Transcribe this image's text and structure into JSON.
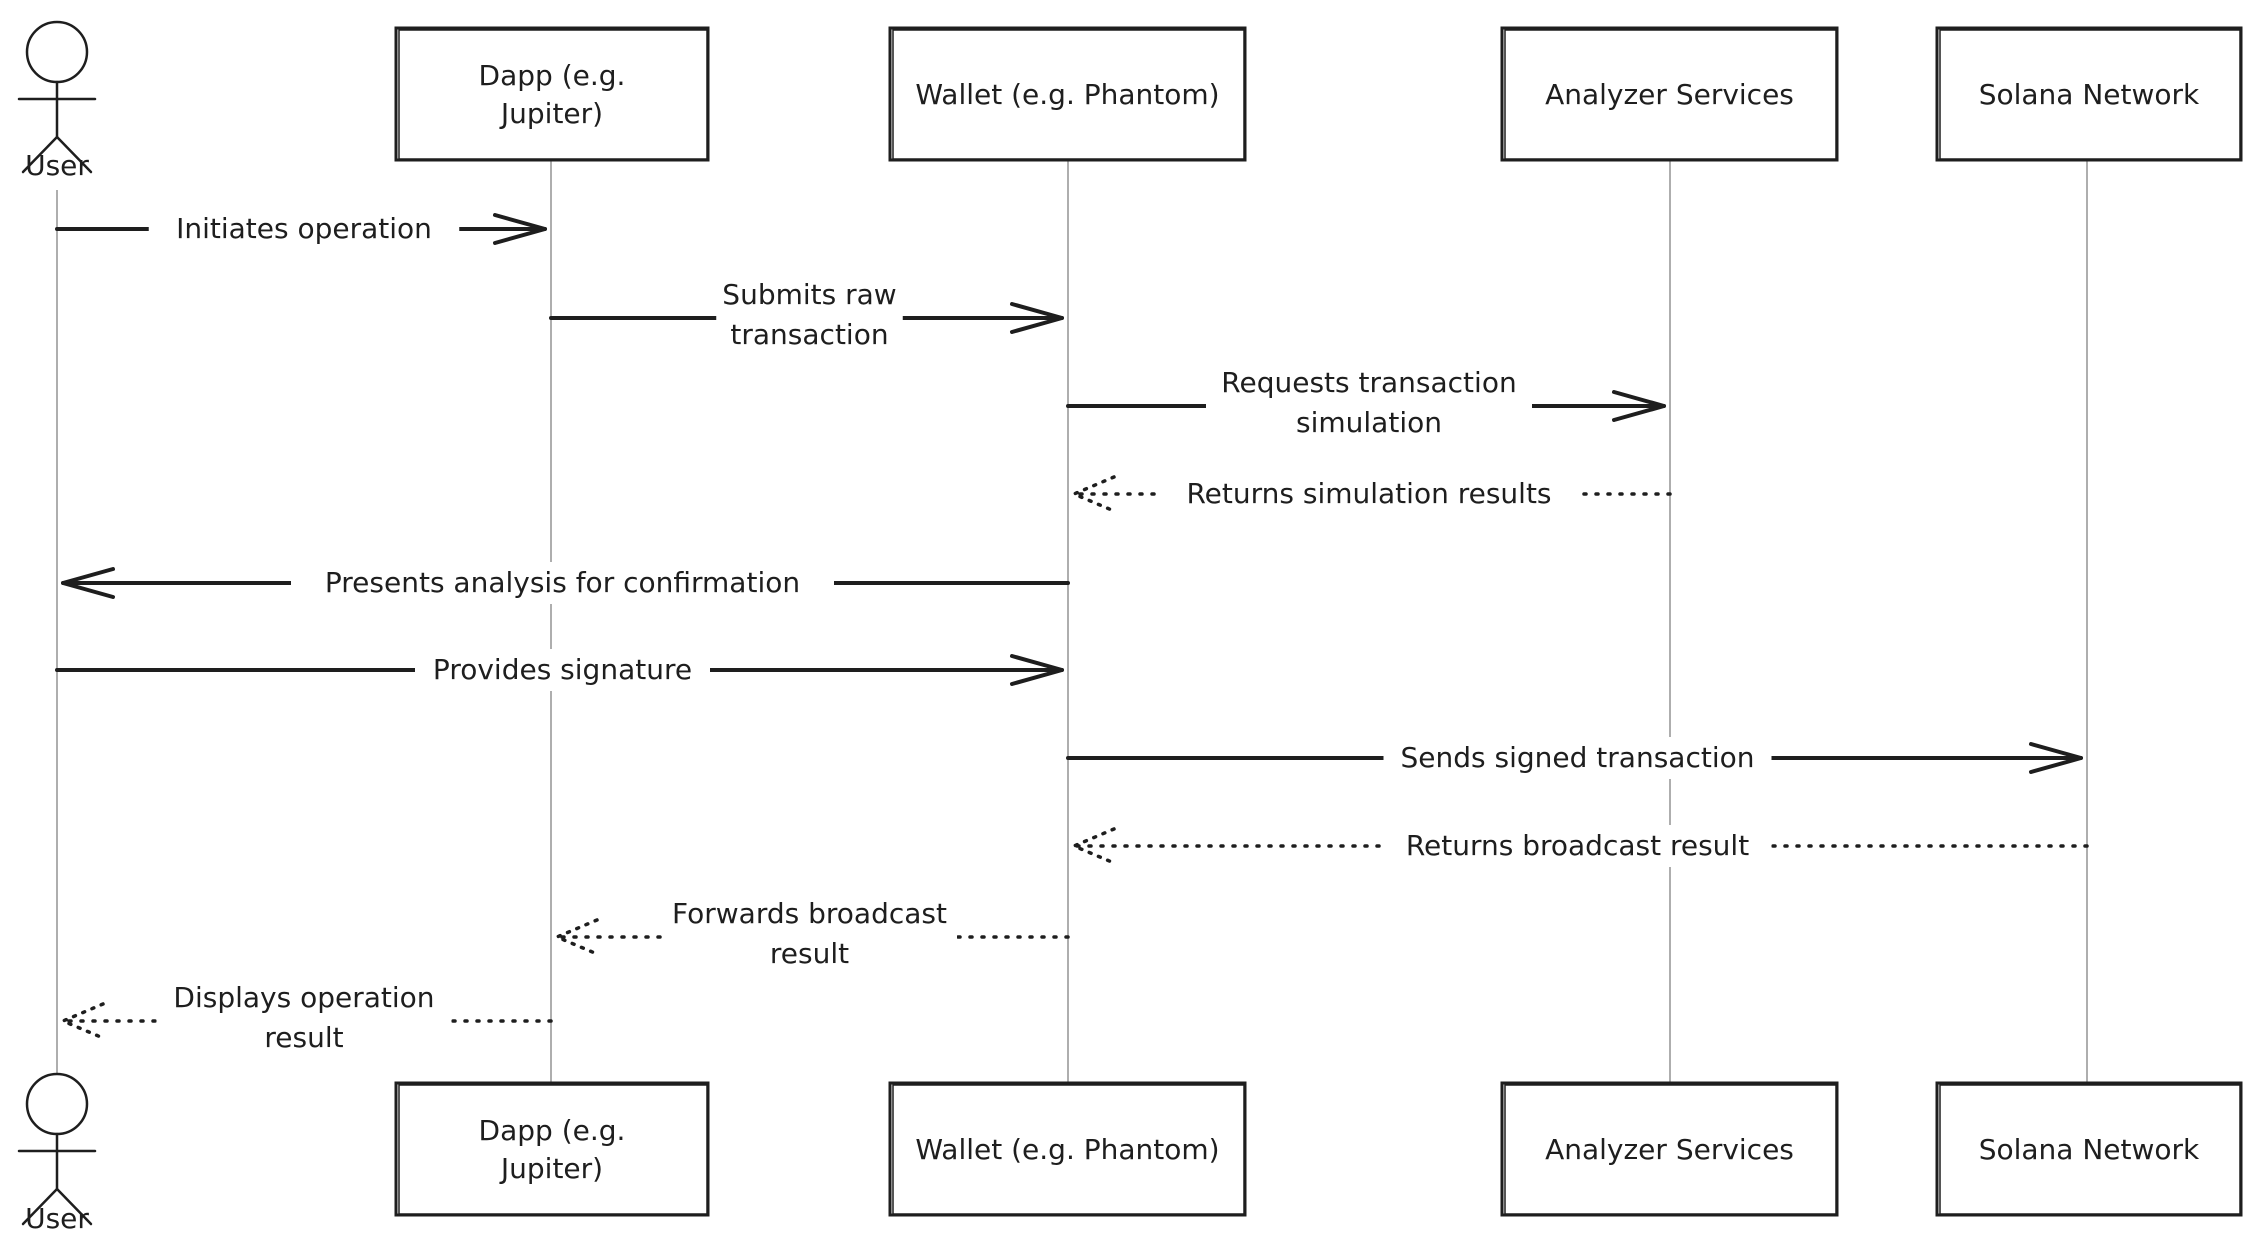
{
  "actor": {
    "label": "User"
  },
  "participants": [
    {
      "id": "dapp",
      "lines": [
        "Dapp (e.g.",
        "Jupiter)"
      ]
    },
    {
      "id": "wallet",
      "lines": [
        "Wallet (e.g. Phantom)"
      ]
    },
    {
      "id": "analyzer",
      "lines": [
        "Analyzer Services"
      ]
    },
    {
      "id": "solana",
      "lines": [
        "Solana Network"
      ]
    }
  ],
  "messages": [
    {
      "from": "user",
      "to": "dapp",
      "style": "solid",
      "lines": [
        "Initiates operation"
      ]
    },
    {
      "from": "dapp",
      "to": "wallet",
      "style": "solid",
      "lines": [
        "Submits raw",
        "transaction"
      ]
    },
    {
      "from": "wallet",
      "to": "analyzer",
      "style": "solid",
      "lines": [
        "Requests transaction",
        "simulation"
      ]
    },
    {
      "from": "analyzer",
      "to": "wallet",
      "style": "dotted",
      "lines": [
        "Returns simulation results"
      ]
    },
    {
      "from": "wallet",
      "to": "user",
      "style": "solid",
      "lines": [
        "Presents analysis for confirmation"
      ]
    },
    {
      "from": "user",
      "to": "wallet",
      "style": "solid",
      "lines": [
        "Provides signature"
      ]
    },
    {
      "from": "wallet",
      "to": "solana",
      "style": "solid",
      "lines": [
        "Sends signed transaction"
      ]
    },
    {
      "from": "solana",
      "to": "wallet",
      "style": "dotted",
      "lines": [
        "Returns broadcast result"
      ]
    },
    {
      "from": "wallet",
      "to": "dapp",
      "style": "dotted",
      "lines": [
        "Forwards broadcast",
        "result"
      ]
    },
    {
      "from": "dapp",
      "to": "user",
      "style": "dotted",
      "lines": [
        "Displays operation",
        "result"
      ]
    }
  ]
}
